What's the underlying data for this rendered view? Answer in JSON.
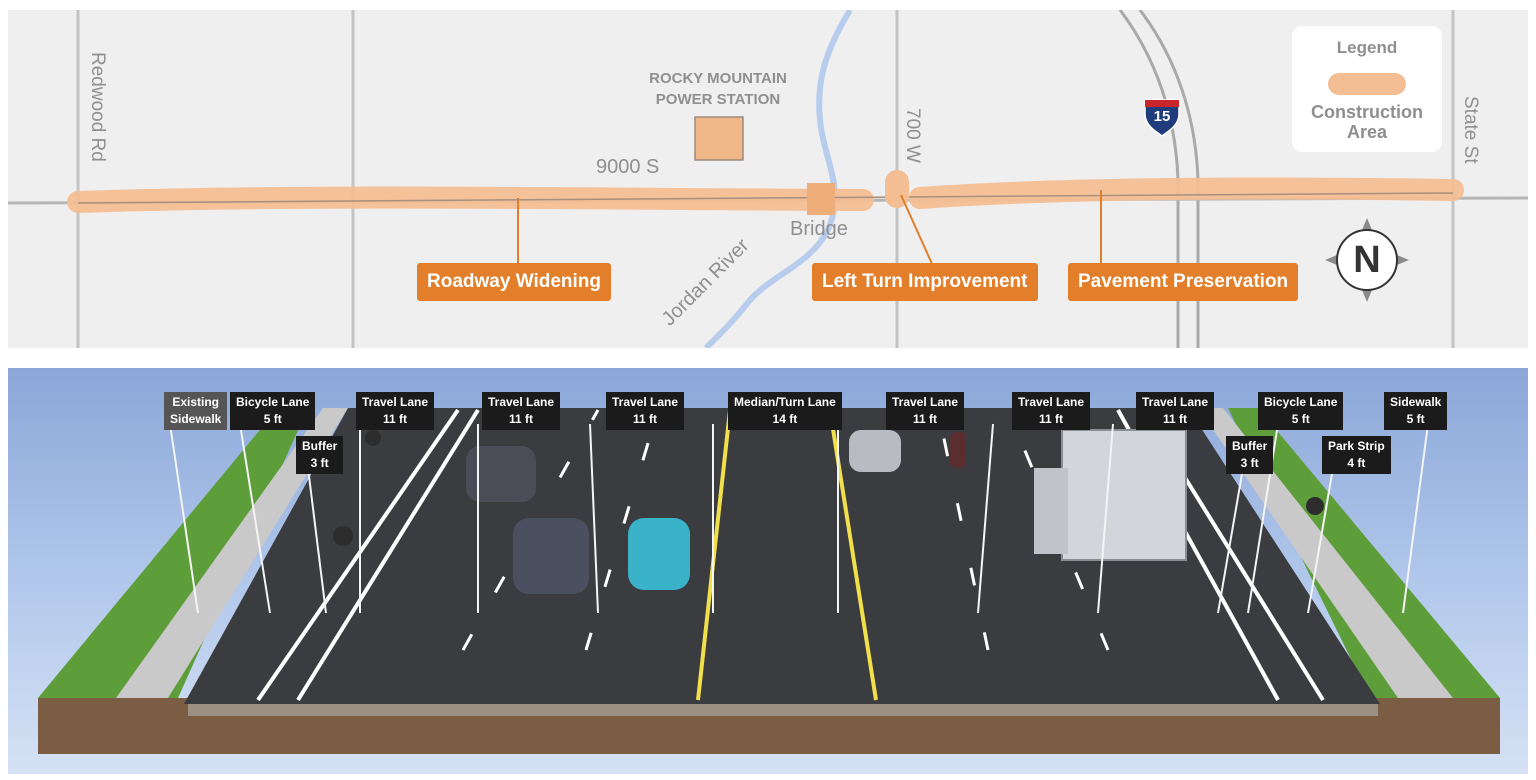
{
  "map": {
    "streets": {
      "redwood": "Redwood Rd",
      "main": "9000 S",
      "w700": "700 W",
      "state": "State St",
      "river": "Jordan River",
      "bridge": "Bridge",
      "interstate": "15"
    },
    "power_station": [
      "ROCKY MOUNTAIN",
      "POWER STATION"
    ],
    "callouts": {
      "widening": "Roadway Widening",
      "left_turn": "Left Turn Improvement",
      "preservation": "Pavement Preservation"
    },
    "legend": {
      "title": "Legend",
      "item": [
        "Construction",
        "Area"
      ]
    },
    "compass": "N",
    "colors": {
      "construction": "#f3be94",
      "callout": "#e37f2b",
      "river": "#b8cdee",
      "background": "#efefef"
    }
  },
  "cross_section": {
    "signs": [
      {
        "name": "existing-sidewalk",
        "lines": [
          "Existing",
          "Sidewalk"
        ]
      },
      {
        "name": "bicycle-lane-left",
        "lines": [
          "Bicycle Lane",
          "5 ft"
        ]
      },
      {
        "name": "buffer-left",
        "lines": [
          "Buffer",
          "3 ft"
        ]
      },
      {
        "name": "travel-lane-1",
        "lines": [
          "Travel Lane",
          "11 ft"
        ]
      },
      {
        "name": "travel-lane-2",
        "lines": [
          "Travel Lane",
          "11 ft"
        ]
      },
      {
        "name": "travel-lane-3",
        "lines": [
          "Travel Lane",
          "11 ft"
        ]
      },
      {
        "name": "median-turn-lane",
        "lines": [
          "Median/Turn Lane",
          "14 ft"
        ]
      },
      {
        "name": "travel-lane-4",
        "lines": [
          "Travel Lane",
          "11 ft"
        ]
      },
      {
        "name": "travel-lane-5",
        "lines": [
          "Travel Lane",
          "11 ft"
        ]
      },
      {
        "name": "travel-lane-6",
        "lines": [
          "Travel Lane",
          "11 ft"
        ]
      },
      {
        "name": "buffer-right",
        "lines": [
          "Buffer",
          "3 ft"
        ]
      },
      {
        "name": "bicycle-lane-right",
        "lines": [
          "Bicycle Lane",
          "5 ft"
        ]
      },
      {
        "name": "park-strip",
        "lines": [
          "Park Strip",
          "4 ft"
        ]
      },
      {
        "name": "sidewalk-right",
        "lines": [
          "Sidewalk",
          "5 ft"
        ]
      }
    ]
  }
}
